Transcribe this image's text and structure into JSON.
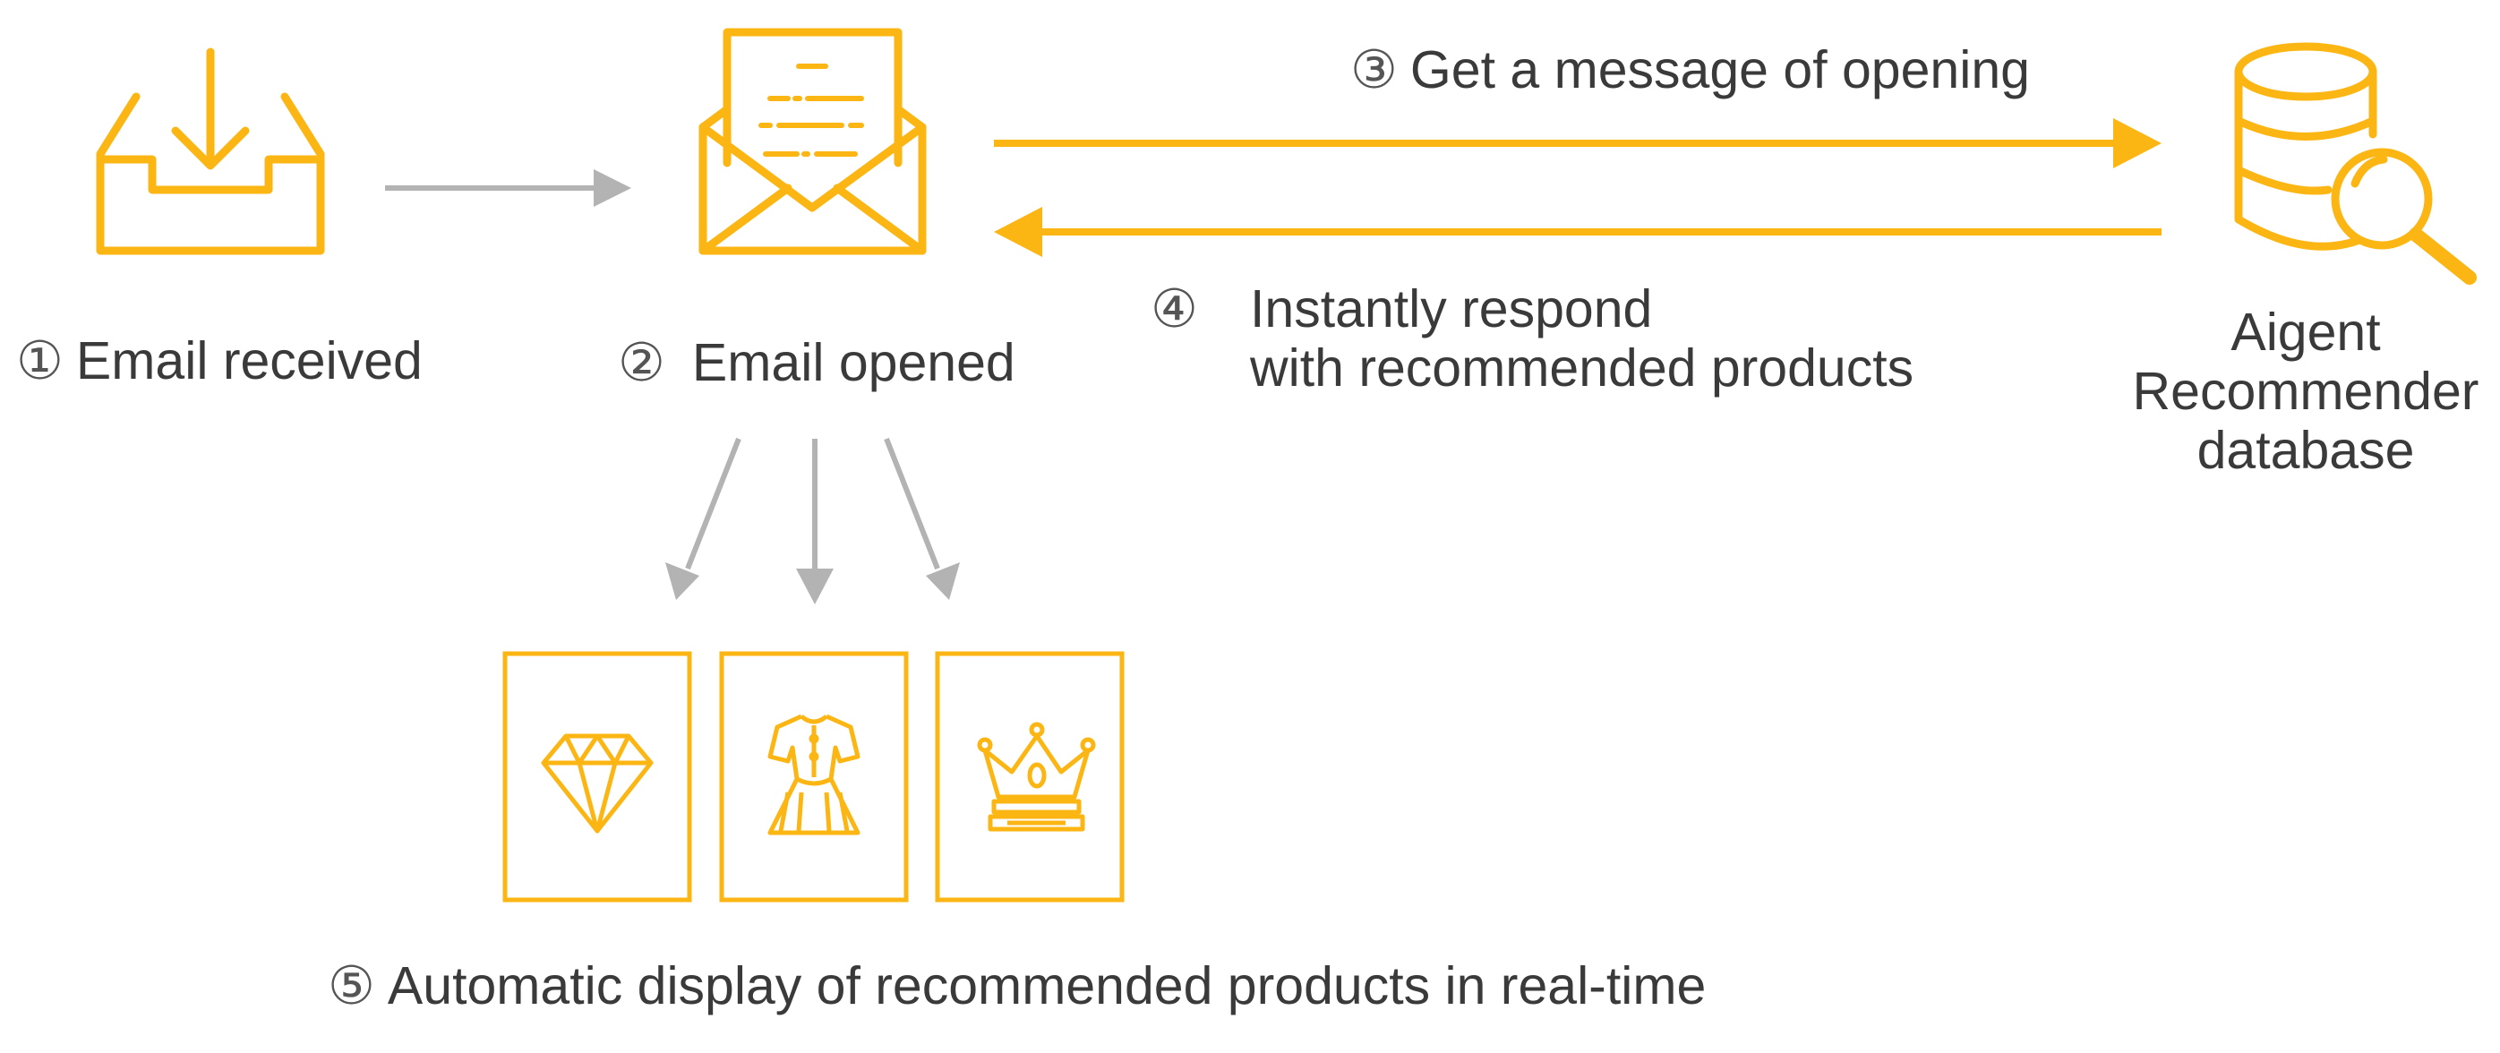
{
  "colors": {
    "accent": "#FBB614",
    "gray_arrow": "#B3B3B3",
    "text": "#3A3A3A"
  },
  "icons": {
    "inbox": "inbox-download-icon",
    "envelope": "open-envelope-icon",
    "database": "database-search-icon",
    "diamond": "diamond-icon",
    "dress": "dress-icon",
    "crown": "crown-icon"
  },
  "steps": {
    "s1": {
      "num": "①",
      "text": "Email received"
    },
    "s2": {
      "num": "②",
      "text": "Email opened"
    },
    "s3": {
      "num": "③",
      "text": "Get a message of opening"
    },
    "s4": {
      "num": "④",
      "line1": "Instantly respond",
      "line2": "with recommended products"
    },
    "s5": {
      "num": "⑤",
      "text": "Automatic display of recommended products in real-time"
    }
  },
  "database": {
    "line1": "Aigent",
    "line2": "Recommender",
    "line3": "database"
  }
}
